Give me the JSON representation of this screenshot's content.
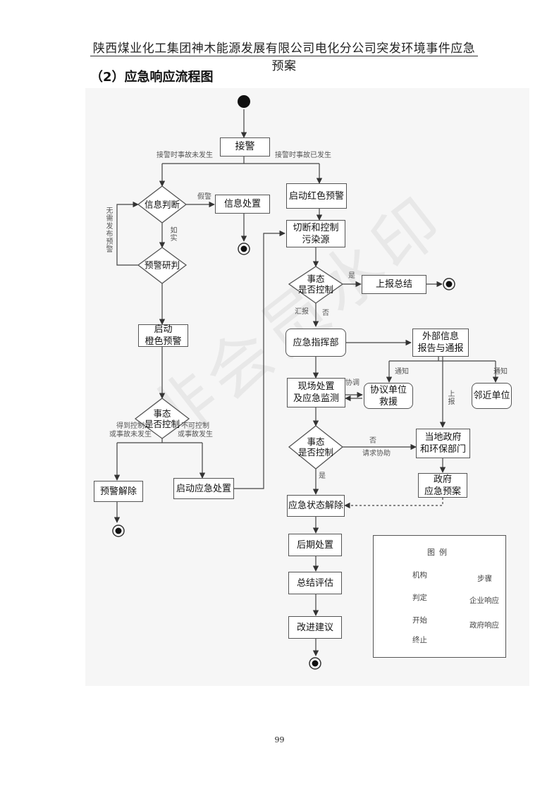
{
  "header": {
    "title": "陕西煤业化工集团神木能源发展有限公司电化分公司突发环境事件应急预案"
  },
  "section_title": "（2）应急响应流程图",
  "watermark": "非会员水印",
  "page_number": "99",
  "flowchart": {
    "steps": {
      "alarm": "接警",
      "red_warning": "启动红色预警",
      "cut_control_line1": "切断和控制",
      "cut_control_line2": "污染源",
      "info_disposal": "信息处置",
      "orange_line1": "启动",
      "orange_line2": "橙色预警",
      "report_summary": "上报总结",
      "command": "应急指挥部",
      "ext_report_line1": "外部信息",
      "ext_report_line2": "报告与通报",
      "onsite_line1": "现场处置",
      "onsite_line2": "及应急监测",
      "coop_line1": "协议单位",
      "coop_line2": "救援",
      "neighbor": "邻近单位",
      "gov_line1": "当地政府",
      "gov_line2": "和环保部门",
      "gov_plan_line1": "政府",
      "gov_plan_line2": "应急预案",
      "warning_lift": "预警解除",
      "start_disposal": "启动应急处置",
      "emergency_lift": "应急状态解除",
      "post": "后期处置",
      "evaluate": "总结评估",
      "improve": "改进建议"
    },
    "decisions": {
      "info_judge": "信息判断",
      "warning_research": "预警研判",
      "ctrl1_line1": "事态",
      "ctrl1_line2": "是否控制",
      "ctrl2_line1": "事态",
      "ctrl2_line2": "是否控制",
      "ctrl3_line1": "事态",
      "ctrl3_line2": "是否控制"
    },
    "edge_labels": {
      "not_happened": "接警时事故未发生",
      "happened": "接警时事故已发生",
      "false_alarm": "假警",
      "no_publish": "无需发布预警",
      "truth": "如实",
      "yes1": "是",
      "report": "汇报",
      "no1": "否",
      "controlled_line1": "得到控制",
      "controlled_line2": "或事故未发生",
      "uncontrolled_line1": "不可控制",
      "uncontrolled_line2": "或事故发生",
      "coordinate": "协调",
      "notify1": "通知",
      "notify2": "通知",
      "report_up": "上报",
      "no2": "否",
      "request_help": "请求协助",
      "yes2": "是"
    }
  },
  "legend": {
    "title": "图例",
    "org": "机构",
    "step": "步骤",
    "decision": "判定",
    "enterprise": "企业响应",
    "start": "开始",
    "government": "政府响应",
    "end": "终止"
  },
  "colors": {
    "line": "#444444",
    "box_border": "#555555",
    "background": "#f6f6f6"
  }
}
